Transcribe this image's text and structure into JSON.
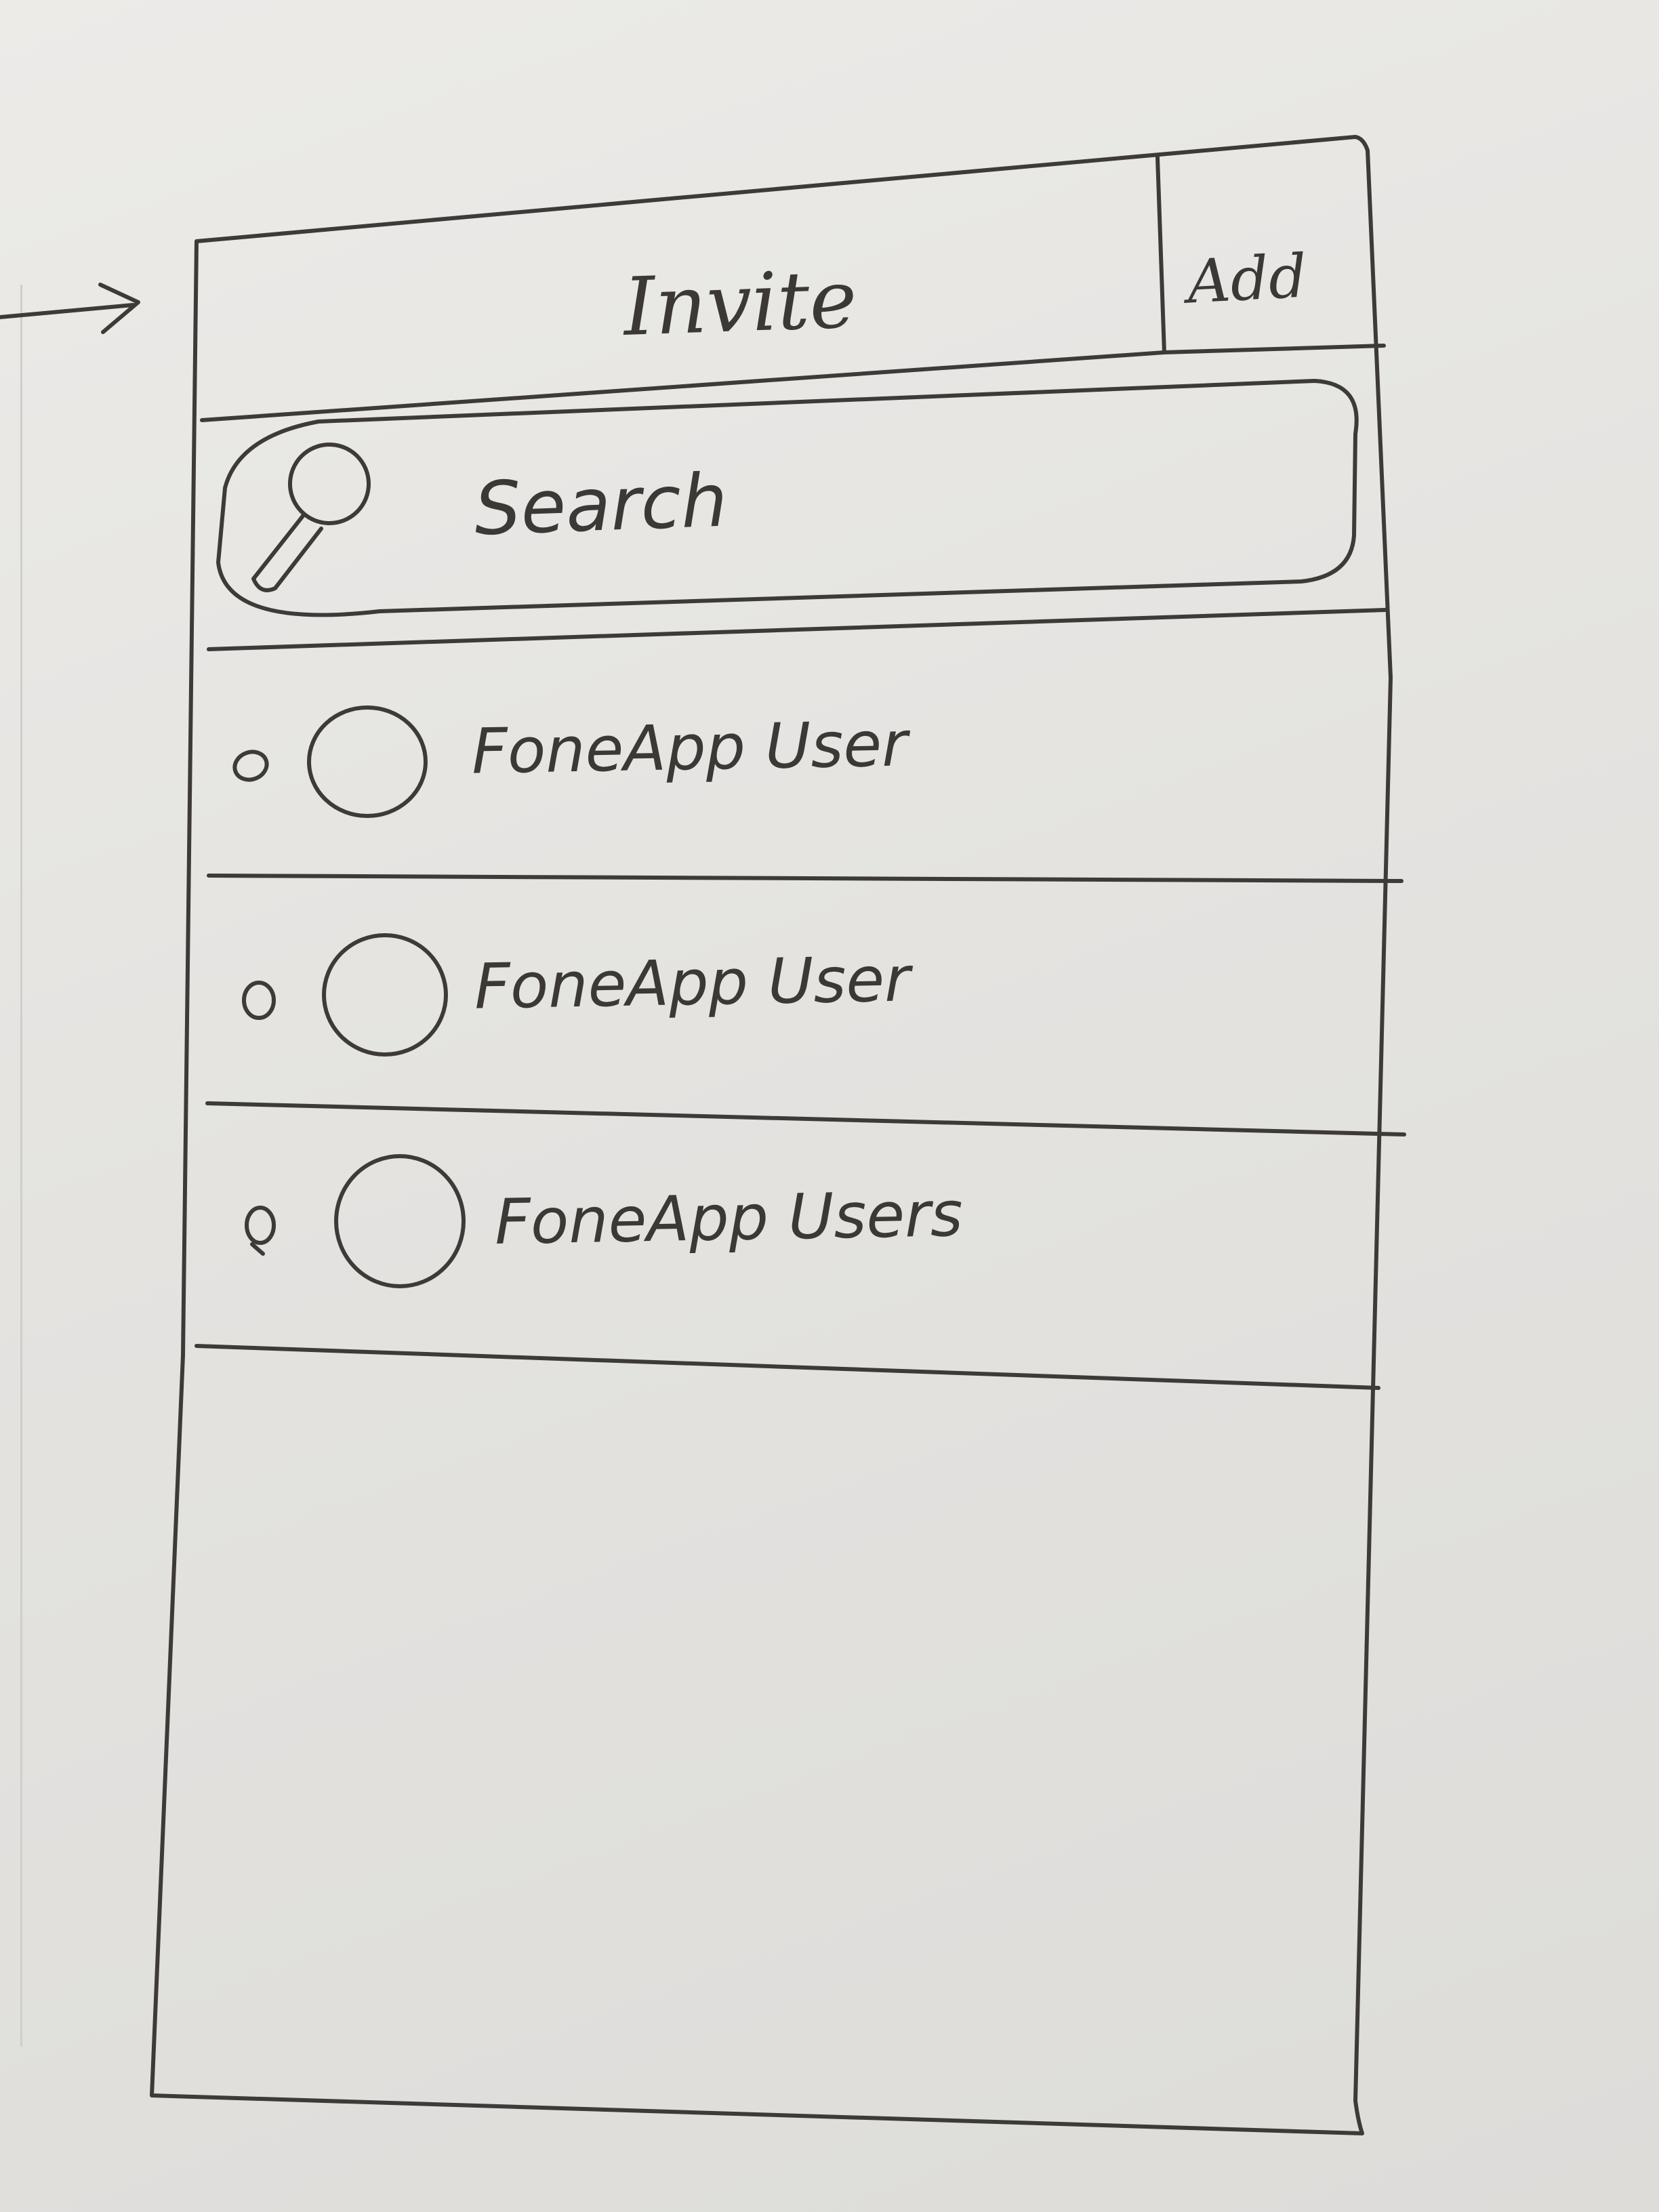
{
  "header": {
    "title": "Invite",
    "add_label": "Add"
  },
  "search": {
    "placeholder": "Search",
    "icon": "search-icon"
  },
  "users": [
    {
      "label": "FoneApp User"
    },
    {
      "label": "FoneApp User"
    },
    {
      "label": "FoneApp Users"
    }
  ],
  "colors": {
    "ink": "#3b3836",
    "board": "#e6e5e2"
  }
}
